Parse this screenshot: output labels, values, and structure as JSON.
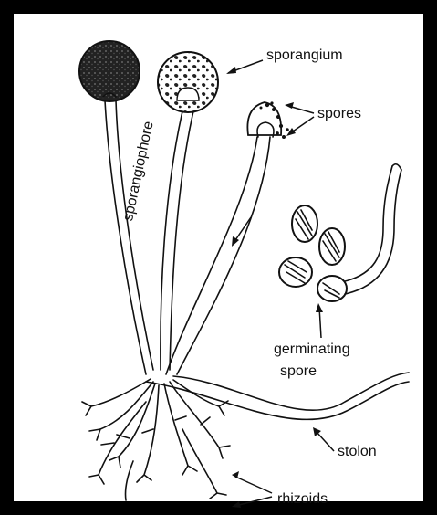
{
  "diagram": {
    "labels": {
      "sporangium": "sporangium",
      "spores": "spores",
      "sporangiophore": "sporangiophore",
      "germinating_spore_line1": "germinating",
      "germinating_spore_line2": "spore",
      "stolon": "stolon",
      "rhizoids": "rhizoids"
    },
    "colors": {
      "frame": "#000000",
      "background": "#ffffff",
      "ink": "#111111"
    }
  }
}
